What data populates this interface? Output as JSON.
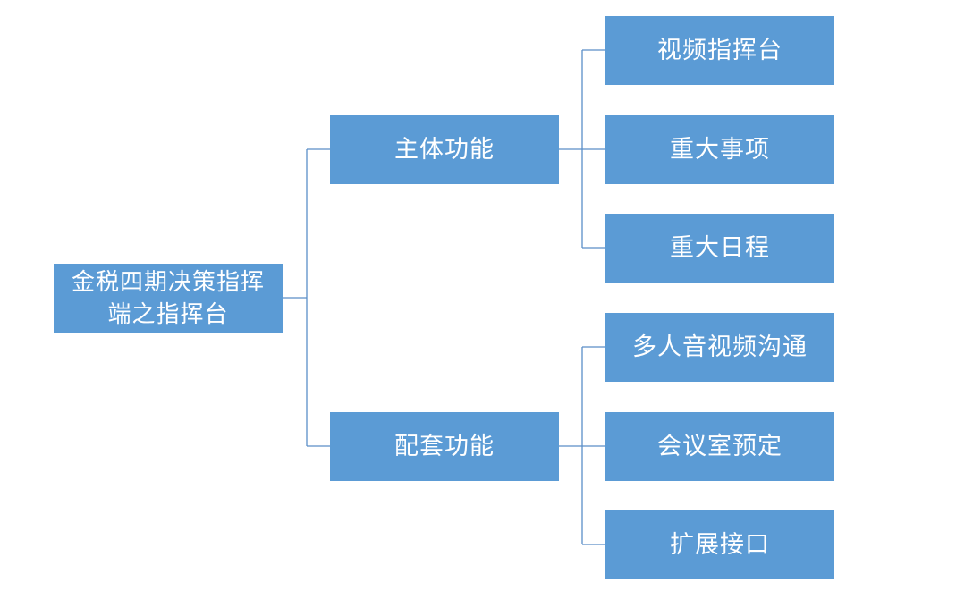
{
  "colors": {
    "node_fill": "#5b9bd5",
    "node_text": "#ffffff",
    "connector": "#5b8ec8"
  },
  "root": {
    "label": "金税四期决策指挥端之指挥台"
  },
  "branches": [
    {
      "label": "主体功能",
      "children": [
        "视频指挥台",
        "重大事项",
        "重大日程"
      ]
    },
    {
      "label": "配套功能",
      "children": [
        "多人音视频沟通",
        "会议室预定",
        "扩展接口"
      ]
    }
  ]
}
